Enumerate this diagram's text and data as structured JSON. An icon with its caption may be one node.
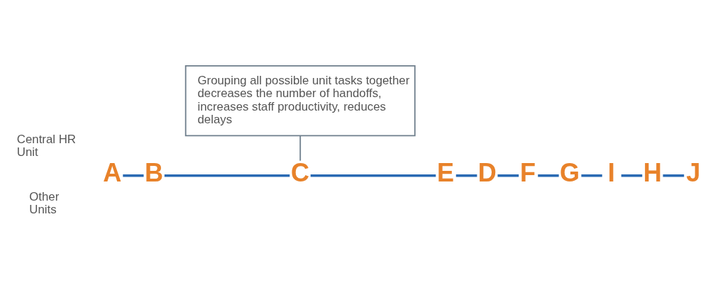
{
  "diagram": {
    "nodes": [
      {
        "text": [
          "A"
        ]
      },
      {
        "text": [
          "B"
        ]
      },
      {
        "text": [
          "C"
        ]
      },
      {
        "text": [
          "E"
        ]
      },
      {
        "text": [
          "D"
        ]
      },
      {
        "text": [
          "F"
        ]
      },
      {
        "text": [
          "G"
        ]
      },
      {
        "text": [
          "I"
        ]
      },
      {
        "text": [
          "H"
        ]
      },
      {
        "text": [
          "J"
        ]
      },
      {
        "text": [
          "Grouping all possible unit tasks together decreases the number of handoffs, increases staff productivity, reduces delays"
        ]
      }
    ],
    "edges": [
      {
        "from": 0,
        "to": 1,
        "arrow": "none"
      },
      {
        "from": 1,
        "to": 2,
        "arrow": "none"
      },
      {
        "from": 2,
        "to": 3,
        "arrow": "none"
      },
      {
        "from": 3,
        "to": 4,
        "arrow": "none"
      },
      {
        "from": 4,
        "to": 5,
        "arrow": "none"
      },
      {
        "from": 5,
        "to": 6,
        "arrow": "none"
      },
      {
        "from": 6,
        "to": 7,
        "arrow": "none"
      },
      {
        "from": 7,
        "to": 8,
        "arrow": "none"
      },
      {
        "from": 8,
        "to": 9,
        "arrow": "none"
      },
      {
        "from": 10,
        "to": 2,
        "arrow": "none",
        "color": "#6f7f8c"
      }
    ],
    "labels": [
      "Central HR Unit",
      "Other Units"
    ]
  }
}
